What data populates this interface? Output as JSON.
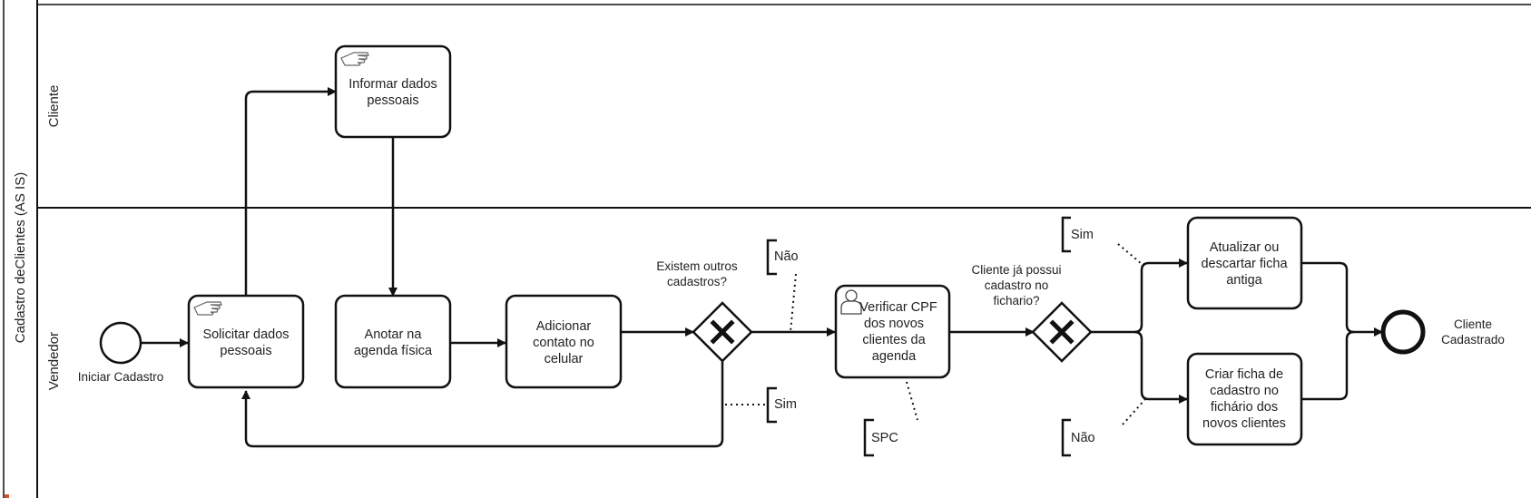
{
  "pool": {
    "label": "Cadastro deClientes (AS IS)"
  },
  "lanes": {
    "cliente": "Cliente",
    "vendedor": "Vendedor"
  },
  "events": {
    "start": "Iniciar Cadastro",
    "end": [
      "Cliente",
      "Cadastrado"
    ]
  },
  "tasks": {
    "informar": [
      "Informar dados",
      "pessoais"
    ],
    "solicitar": [
      "Solicitar dados",
      "pessoais"
    ],
    "anotar": [
      "Anotar na",
      "agenda física"
    ],
    "adicionar": [
      "Adicionar",
      "contato no",
      "celular"
    ],
    "verificar": [
      "Verificar CPF",
      "dos novos",
      "clientes da",
      "agenda"
    ],
    "atualizar": [
      "Atualizar ou",
      "descartar ficha",
      "antiga"
    ],
    "criar": [
      "Criar ficha de",
      "cadastro no",
      "fichário dos",
      "novos clientes"
    ]
  },
  "gateways": {
    "g1": [
      "Existem outros",
      "cadastros?"
    ],
    "g2": [
      "Cliente já possui",
      "cadastro no",
      "fichario?"
    ]
  },
  "annotations": {
    "nao1": "Não",
    "sim1": "Sim",
    "spc": "SPC",
    "sim2": "Sim",
    "nao2": "Não"
  }
}
